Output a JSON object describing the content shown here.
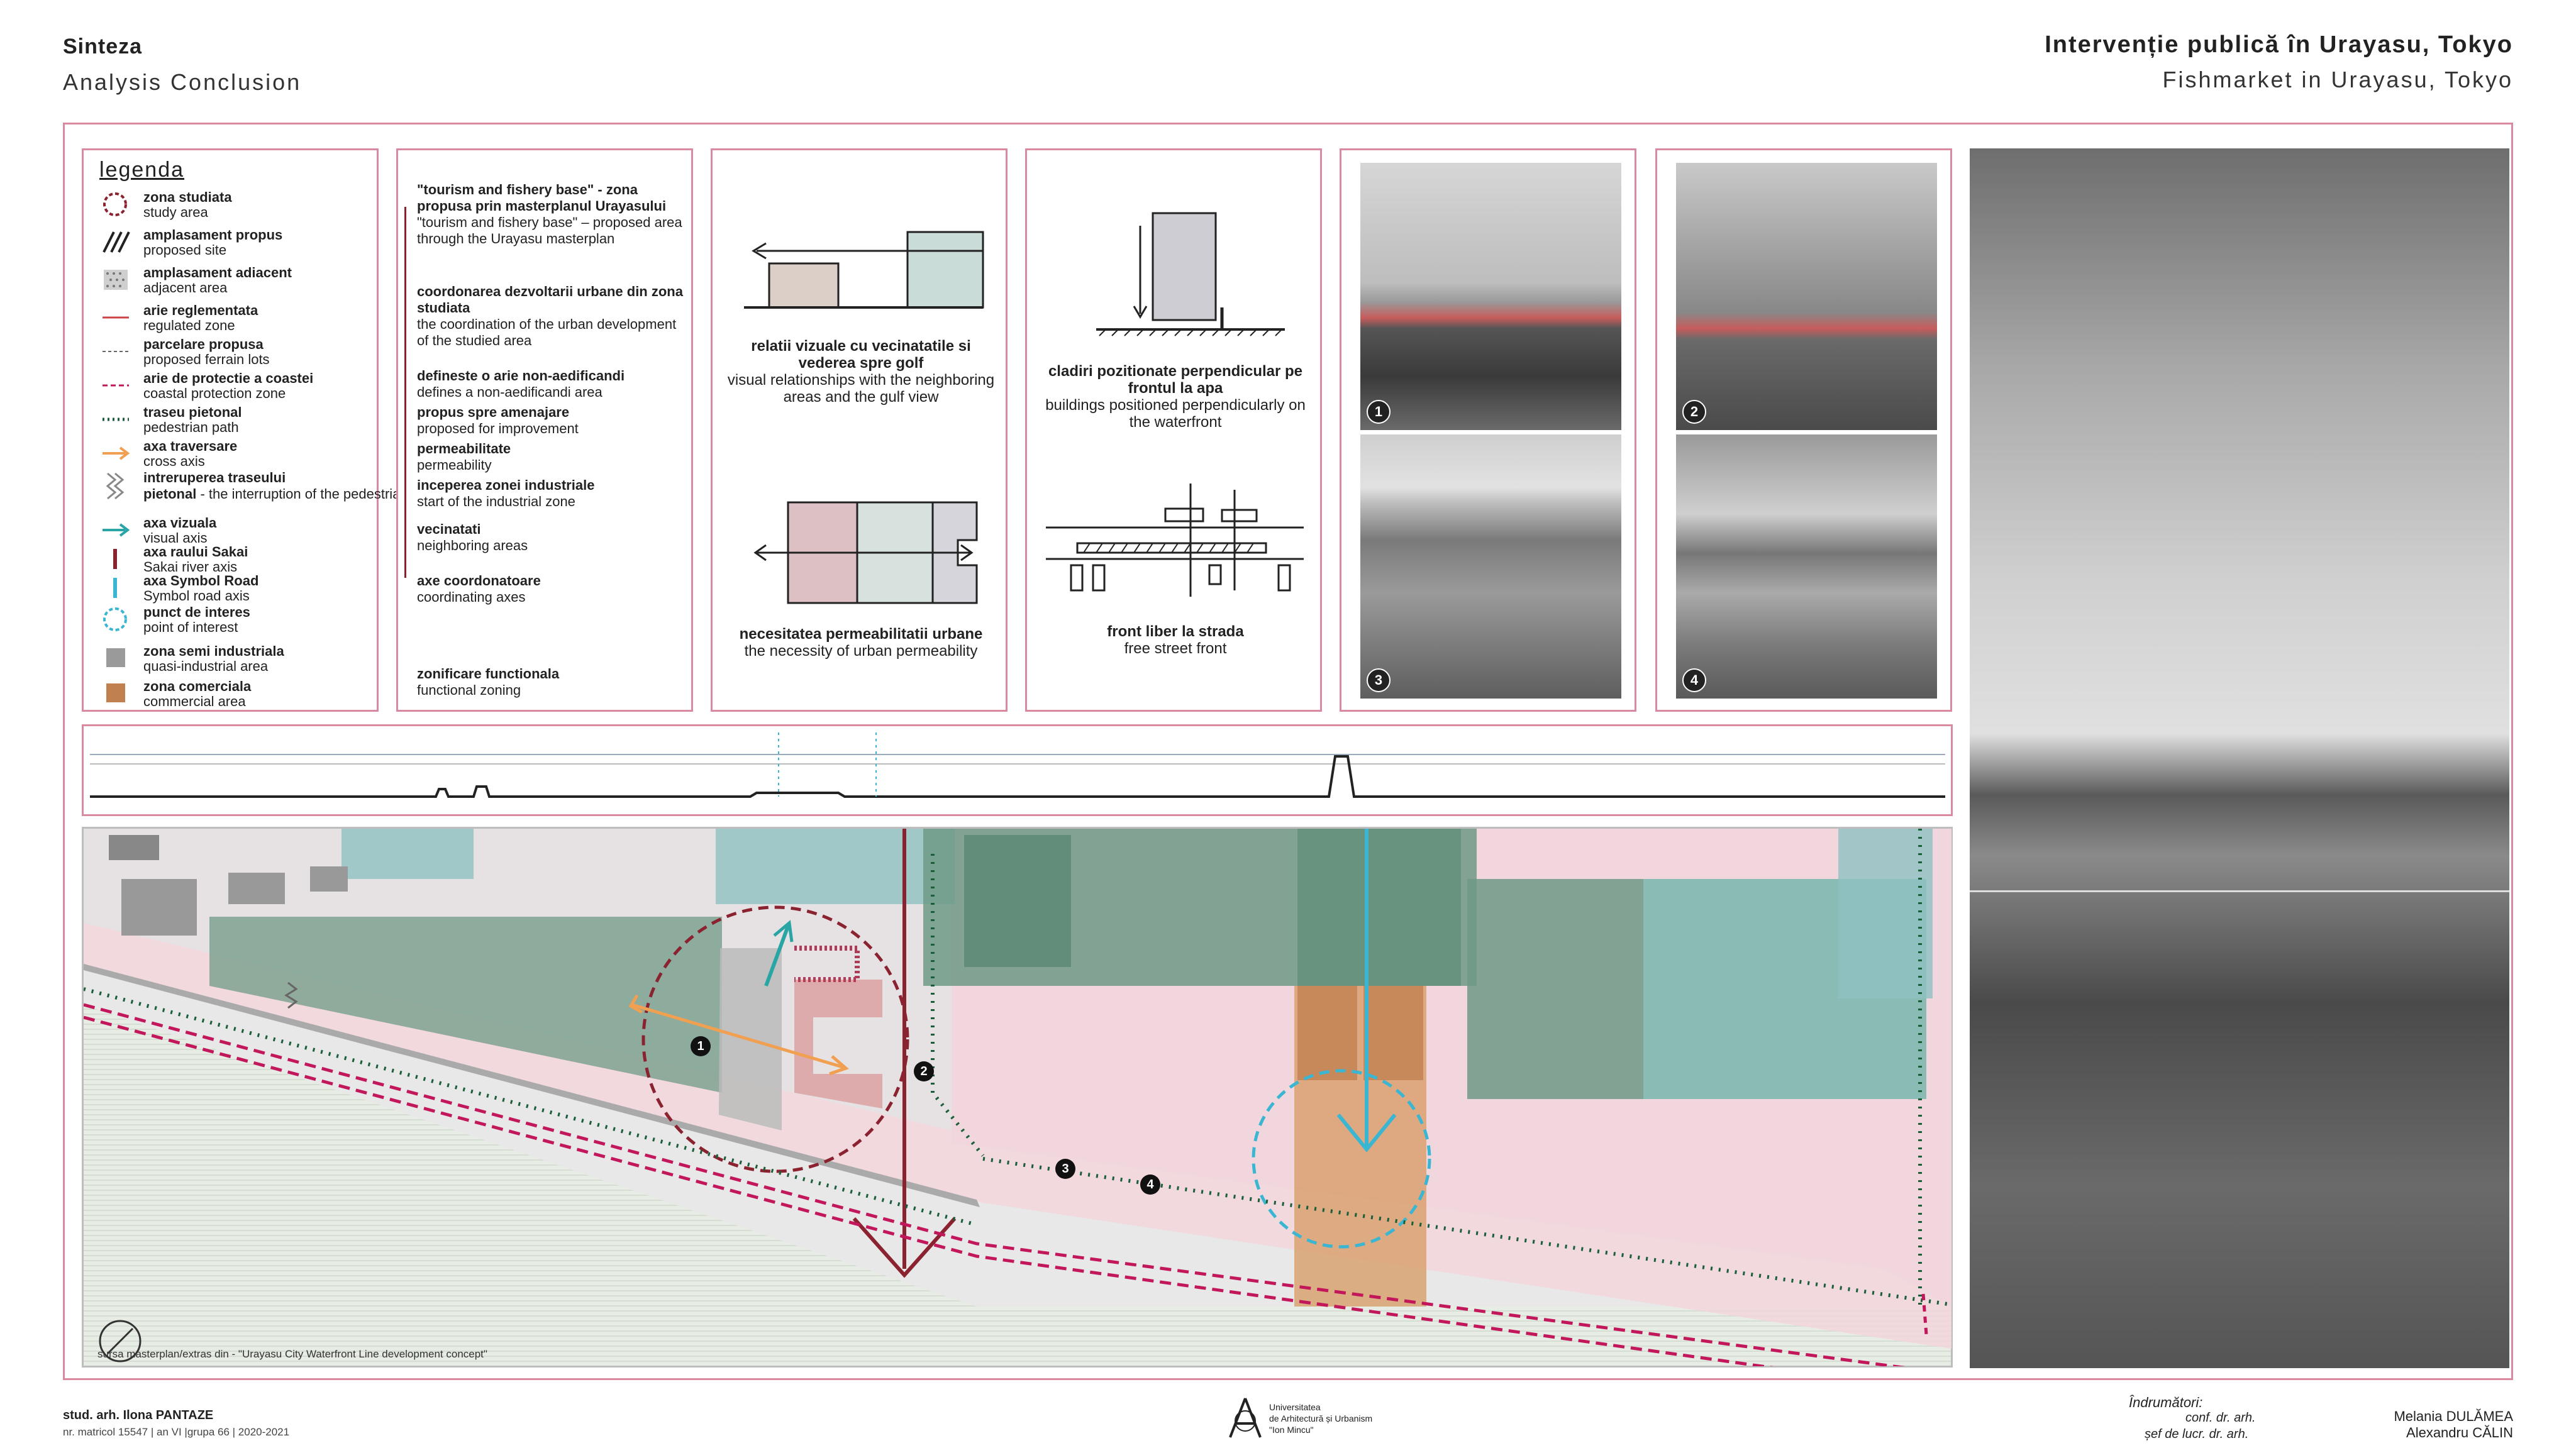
{
  "header": {
    "left_title": "Sinteza",
    "left_subtitle": "Analysis Conclusion",
    "right_title": "Intervenție publică în Urayasu, Tokyo",
    "right_subtitle": "Fishmarket in Urayasu, Tokyo"
  },
  "legend": {
    "title": "legenda",
    "items": [
      {
        "bold": "zona studiata",
        "normal": "study area",
        "icon": "dashed-circle-icon"
      },
      {
        "bold": "amplasament propus",
        "normal": "proposed site",
        "icon": "hatch-icon"
      },
      {
        "bold": "amplasament adiacent",
        "normal": "adjacent area",
        "icon": "dots-icon"
      },
      {
        "bold": "arie reglementata",
        "normal": "regulated zone",
        "icon": "red-line-icon"
      },
      {
        "bold": "parcelare propusa",
        "normal": "proposed ferrain lots",
        "icon": "dashed-line-icon"
      },
      {
        "bold": "arie de protectie a coastei",
        "normal": "coastal protection zone",
        "icon": "red-dashed-line-icon"
      },
      {
        "bold": "traseu pietonal",
        "normal": "pedestrian path",
        "icon": "dotted-line-icon"
      },
      {
        "bold": "axa traversare",
        "normal": "cross axis",
        "icon": "orange-arrow-icon"
      },
      {
        "bold": "intreruperea traseului",
        "normal": "",
        "icon": "zigzag-icon"
      },
      {
        "bold": "pietonal",
        "normal": " - the interruption of the pedestrian path",
        "icon": ""
      },
      {
        "bold": "axa vizuala",
        "normal": "visual axis",
        "icon": "teal-arrow-icon"
      },
      {
        "bold": "axa raului Sakai",
        "normal": "Sakai river axis",
        "icon": "red-bar-icon"
      },
      {
        "bold": "axa Symbol Road",
        "normal": "Symbol road axis",
        "icon": "blue-bar-icon"
      },
      {
        "bold": "punct de interes",
        "normal": "point of interest",
        "icon": "teal-dashed-circle-icon"
      },
      {
        "bold": "zona semi industriala",
        "normal": "quasi-industrial area",
        "icon": "grey-square-icon"
      },
      {
        "bold": "zona comerciala",
        "normal": "commercial area",
        "icon": "orange-square-icon"
      }
    ]
  },
  "notes": [
    {
      "bold": "\"tourism and fishery base\" - zona propusa prin masterplanul Urayasului",
      "normal": "\"tourism and fishery base\" – proposed area through the Urayasu masterplan"
    },
    {
      "bold": "coordonarea dezvoltarii urbane din zona studiata",
      "normal": "the coordination of the urban development of the studied area"
    },
    {
      "bold": "defineste o arie non-aedificandi",
      "normal": "defines a non-aedificandi area"
    },
    {
      "bold": "propus spre amenajare",
      "normal": "proposed for improvement"
    },
    {
      "bold": "permeabilitate",
      "normal": "permeability"
    },
    {
      "bold": "inceperea zonei industriale",
      "normal": "start of the industrial zone"
    },
    {
      "bold": "vecinatati",
      "normal": "neighboring areas"
    },
    {
      "bold": "axe coordonatoare",
      "normal": "coordinating axes"
    },
    {
      "bold": "zonificare functionala",
      "normal": "functional zoning"
    }
  ],
  "diagrams": {
    "d1_bold": "relatii vizuale cu vecinatatile si vederea spre golf",
    "d1_normal": "visual relationships with the neighboring areas and the gulf view",
    "d2_bold": "necesitatea permeabilitatii urbane",
    "d2_normal": "the necessity of urban permeability",
    "d3_bold": "cladiri pozitionate perpendicular pe frontul la apa",
    "d3_normal": "buildings positioned perpendicularly on the waterfront",
    "d4_bold": "front liber la strada",
    "d4_normal": "free street front"
  },
  "photos": [
    "1",
    "2",
    "3",
    "4"
  ],
  "map": {
    "source": "sursa masterplan/extras din - \"Urayasu City Waterfront Line development concept\"",
    "markers": [
      "1",
      "2",
      "3",
      "4"
    ]
  },
  "footer": {
    "student": "stud. arh. Ilona PANTAZE",
    "details": "nr. matricol 15547 | an VI |grupa 66 | 2020-2021",
    "university": [
      "Universitatea",
      "de Arhitectură și Urbanism",
      "\"Ion Mincu\""
    ],
    "tutors_label": "Îndrumători:",
    "tutor1_role": "conf. dr. arh.",
    "tutor1_name": "Melania DULĂMEA",
    "tutor2_role": "șef de lucr. dr. arh.",
    "tutor2_name": "Alexandru CĂLIN"
  },
  "colors": {
    "frame": "#d98aa0",
    "pink_zone": "#f2d6dc",
    "green_zone": "#6f9a86",
    "teal_zone": "#8fc2c2",
    "orange_zone": "#d79a62",
    "red_axis": "#8a2230",
    "blue_axis": "#3ab6d2"
  }
}
